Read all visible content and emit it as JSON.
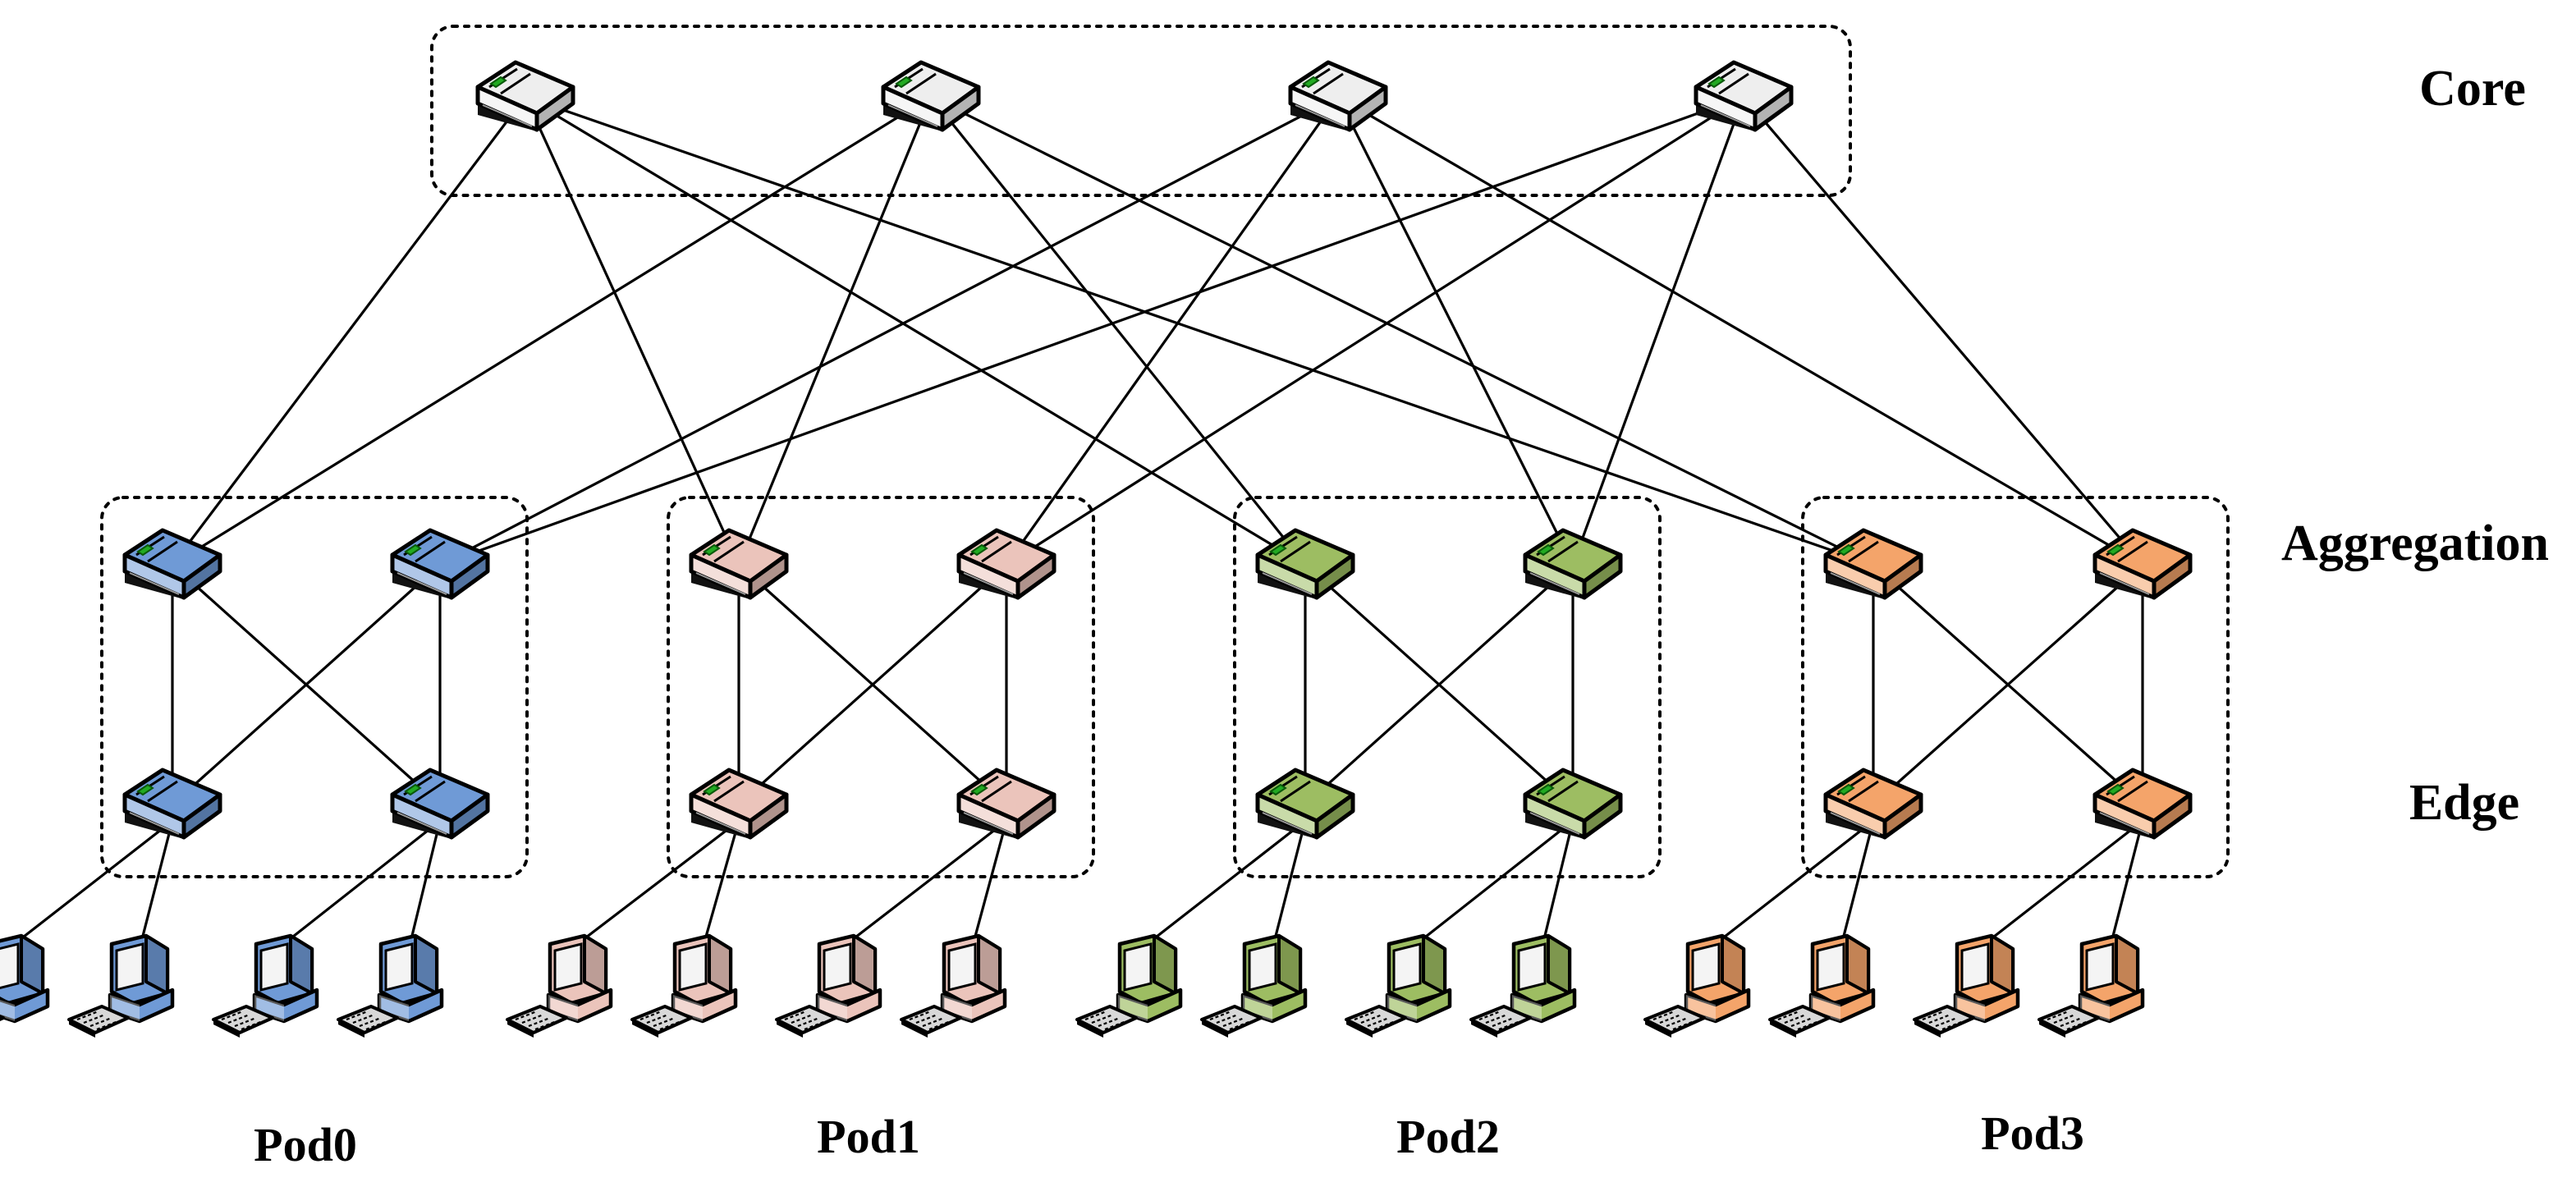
{
  "layers": [
    {
      "key": "core",
      "label": "Core"
    },
    {
      "key": "aggregation",
      "label": "Aggregation"
    },
    {
      "key": "edge",
      "label": "Edge"
    }
  ],
  "core_switch_color": "#eeeeee",
  "switch_indicator_color": "#22aa22",
  "pods": [
    {
      "label": "Pod0",
      "color": "#6f9ad6"
    },
    {
      "label": "Pod1",
      "color": "#ebc4bb"
    },
    {
      "label": "Pod2",
      "color": "#9dbd62"
    },
    {
      "label": "Pod3",
      "color": "#f4a46a"
    }
  ],
  "icons": {
    "switch": "network-switch-icon",
    "host": "computer-icon"
  }
}
